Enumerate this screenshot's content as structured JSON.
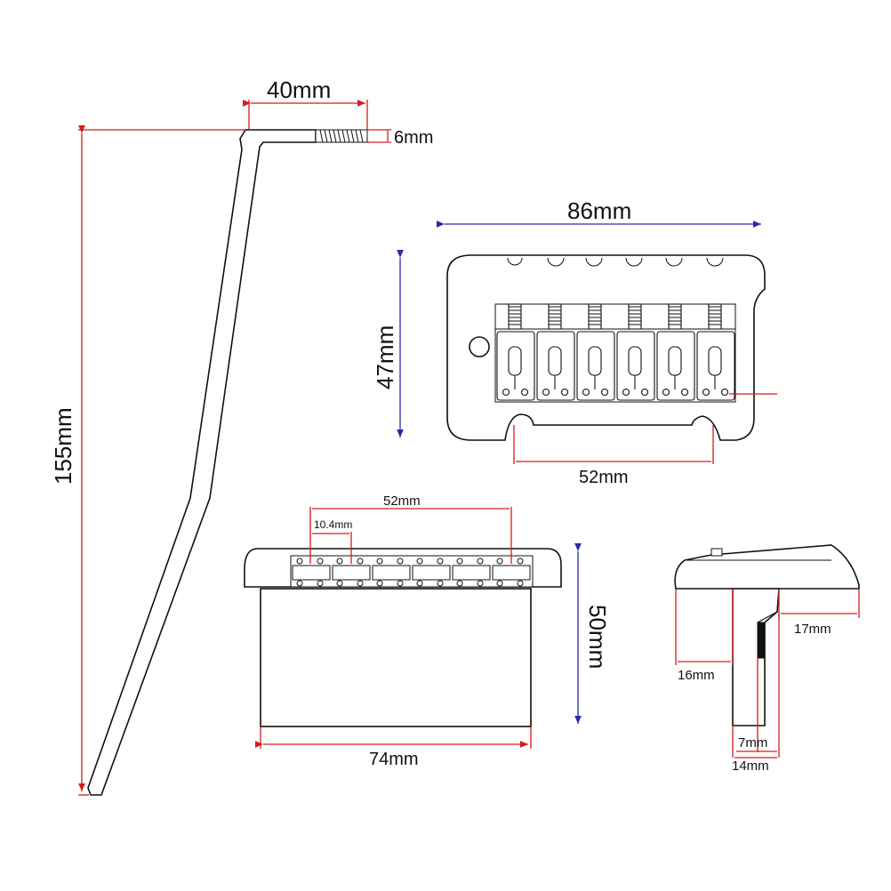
{
  "dimensions": {
    "arm_bend_width": "40mm",
    "arm_thread": "6mm",
    "arm_length": "155mm",
    "bridge_width": "86mm",
    "bridge_depth": "47mm",
    "stud_spacing_top": "52mm",
    "saddle_span": "52mm",
    "saddle_spacing": "10.4mm",
    "block_height": "50mm",
    "block_width": "74mm",
    "side_rear": "17mm",
    "side_front": "16mm",
    "block_thickness_lower": "7mm",
    "block_thickness": "14mm"
  },
  "colors": {
    "dimension_red": "#d61a1a",
    "dimension_blue": "#2a2aa8",
    "outline": "#111111"
  }
}
